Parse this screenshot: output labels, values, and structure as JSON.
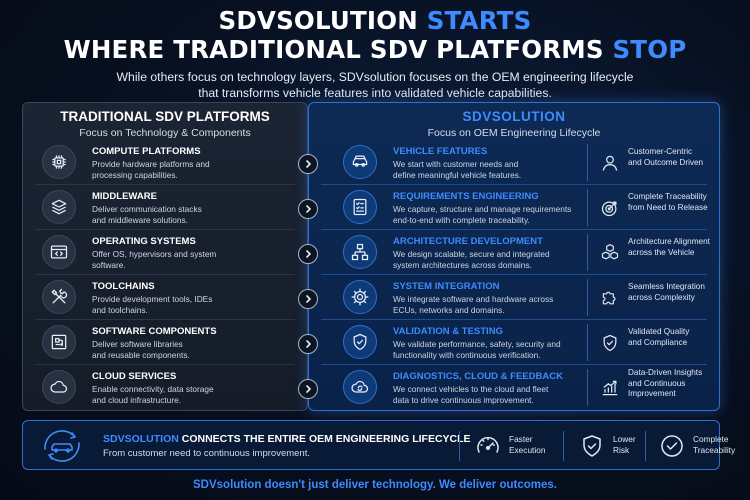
{
  "header": {
    "title_line1_a": "SDVSOLUTION ",
    "title_line1_b": "STARTS",
    "title_line2_a": "WHERE TRADITIONAL SDV PLATFORMS ",
    "title_line2_b": "STOP",
    "subtitle_line1": "While others focus on technology layers, SDVsolution focuses on the OEM engineering lifecycle",
    "subtitle_line2": "that transforms vehicle features into validated vehicle capabilities."
  },
  "left_panel": {
    "title": "TRADITIONAL SDV PLATFORMS",
    "subtitle": "Focus on Technology & Components",
    "items": [
      {
        "title": "COMPUTE PLATFORMS",
        "desc1": "Provide hardware platforms and",
        "desc2": "processing capabilities.",
        "icon": "chip-icon"
      },
      {
        "title": "MIDDLEWARE",
        "desc1": "Deliver communication stacks",
        "desc2": "and middleware solutions.",
        "icon": "layers-icon"
      },
      {
        "title": "OPERATING SYSTEMS",
        "desc1": "Offer OS, hypervisors and system",
        "desc2": "software.",
        "icon": "code-window-icon"
      },
      {
        "title": "TOOLCHAINS",
        "desc1": "Provide development tools, IDEs",
        "desc2": "and toolchains.",
        "icon": "tools-icon"
      },
      {
        "title": "SOFTWARE COMPONENTS",
        "desc1": "Deliver software libraries",
        "desc2": "and reusable components.",
        "icon": "circuit-icon"
      },
      {
        "title": "CLOUD SERVICES",
        "desc1": "Enable connectivity, data storage",
        "desc2": "and cloud infrastructure.",
        "icon": "cloud-icon"
      }
    ]
  },
  "right_panel": {
    "title": "SDVSOLUTION",
    "subtitle": "Focus on OEM Engineering Lifecycle",
    "items": [
      {
        "title": "VEHICLE FEATURES",
        "desc1": "We start with customer needs and",
        "desc2": "define meaningful vehicle features.",
        "benefit1": "Customer-Centric",
        "benefit2": "and Outcome Driven",
        "icon": "car-icon",
        "benefit_icon": "user-icon"
      },
      {
        "title": "REQUIREMENTS ENGINEERING",
        "desc1": "We capture, structure and manage requirements",
        "desc2": "end-to-end with complete traceability.",
        "benefit1": "Complete Traceability",
        "benefit2": "from Need to Release",
        "icon": "checklist-icon",
        "benefit_icon": "target-icon"
      },
      {
        "title": "ARCHITECTURE DEVELOPMENT",
        "desc1": "We design scalable, secure and integrated",
        "desc2": "system architectures across domains.",
        "benefit1": "Architecture Alignment",
        "benefit2": "across the Vehicle",
        "icon": "hierarchy-icon",
        "benefit_icon": "cubes-icon"
      },
      {
        "title": "SYSTEM INTEGRATION",
        "desc1": "We integrate software and hardware across",
        "desc2": "ECUs, networks and domains.",
        "benefit1": "Seamless Integration",
        "benefit2": "across Complexity",
        "icon": "gear-icon",
        "benefit_icon": "puzzle-icon"
      },
      {
        "title": "VALIDATION & TESTING",
        "desc1": "We validate performance, safety, security and",
        "desc2": "functionality with continuous verification.",
        "benefit1": "Validated Quality",
        "benefit2": "and Compliance",
        "icon": "shield-check-icon",
        "benefit_icon": "shield-check-icon"
      },
      {
        "title": "DIAGNOSTICS, CLOUD & FEEDBACK",
        "desc1": "We connect vehicles to the cloud and fleet",
        "desc2": "data to drive continuous improvement.",
        "benefit1": "Data-Driven Insights",
        "benefit2": "and Continuous",
        "benefit3": "Improvement",
        "icon": "cloud-sync-icon",
        "benefit_icon": "chart-up-icon"
      }
    ]
  },
  "bottom": {
    "title_a": "SDVSOLUTION ",
    "title_b": "CONNECTS THE ENTIRE OEM ENGINEERING LIFECYCLE",
    "subtitle": "From customer need to continuous improvement.",
    "items": [
      {
        "line1": "Faster",
        "line2": "Execution",
        "icon": "speedometer-icon"
      },
      {
        "line1": "Lower",
        "line2": "Risk",
        "icon": "shield-check-icon"
      },
      {
        "line1": "Complete",
        "line2": "Traceability",
        "icon": "check-circle-icon"
      }
    ]
  },
  "tagline": "SDVsolution doesn't just deliver technology. We deliver outcomes.",
  "colors": {
    "accent": "#3d8bff",
    "background": "#070f1f",
    "panel_left": "#1b2433",
    "panel_right": "#0d2a55"
  }
}
